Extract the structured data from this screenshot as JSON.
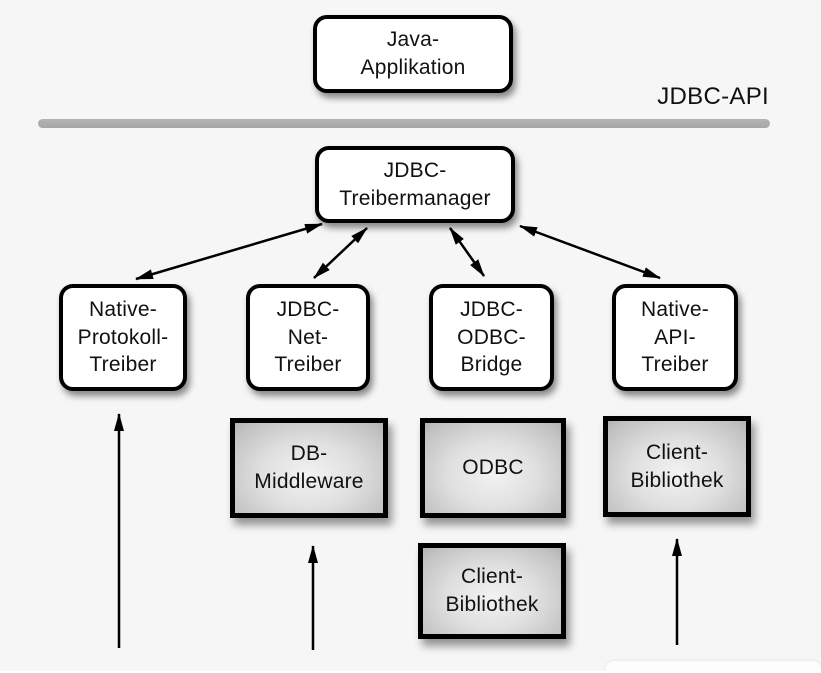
{
  "diagram": {
    "api_label": "JDBC-API",
    "nodes": {
      "java_applikation": {
        "label": "Java-\nApplikation",
        "type": "rounded-white"
      },
      "jdbc_treibermanager": {
        "label": "JDBC-\nTreibermanager",
        "type": "rounded-white"
      },
      "native_protokoll_treiber": {
        "label": "Native-\nProtokoll-\nTreiber",
        "type": "rounded-white"
      },
      "jdbc_net_treiber": {
        "label": "JDBC-\nNet-\nTreiber",
        "type": "rounded-white"
      },
      "jdbc_odbc_bridge": {
        "label": "JDBC-\nODBC-\nBridge",
        "type": "rounded-white"
      },
      "native_api_treiber": {
        "label": "Native-\nAPI-\nTreiber",
        "type": "rounded-white"
      },
      "db_middleware": {
        "label": "DB-\nMiddleware",
        "type": "gray"
      },
      "odbc": {
        "label": "ODBC",
        "type": "gray"
      },
      "client_bibliothek_right": {
        "label": "Client-\nBibliothek",
        "type": "gray"
      },
      "client_bibliothek_bottom": {
        "label": "Client-\nBibliothek",
        "type": "gray"
      }
    },
    "connections": [
      {
        "from": "jdbc_treibermanager",
        "to": "native_protokoll_treiber",
        "style": "double-arrow"
      },
      {
        "from": "jdbc_treibermanager",
        "to": "jdbc_net_treiber",
        "style": "double-arrow"
      },
      {
        "from": "jdbc_treibermanager",
        "to": "jdbc_odbc_bridge",
        "style": "double-arrow"
      },
      {
        "from": "jdbc_treibermanager",
        "to": "native_api_treiber",
        "style": "double-arrow"
      },
      {
        "from": "bottom-edge",
        "to": "native_protokoll_treiber",
        "style": "up-arrow"
      },
      {
        "from": "bottom-edge",
        "to": "db_middleware",
        "style": "up-arrow"
      },
      {
        "from": "bottom-edge",
        "to": "client_bibliothek_right",
        "style": "up-arrow"
      }
    ],
    "colors": {
      "background": "#f6f6f6",
      "box_border": "#000000",
      "box_fill_white": "#ffffff",
      "gray_box_edge": "#b4b4b4",
      "gray_box_center": "#f2f2f2",
      "divider_line": "#acacac",
      "arrow": "#000000",
      "text": "#111111"
    }
  }
}
